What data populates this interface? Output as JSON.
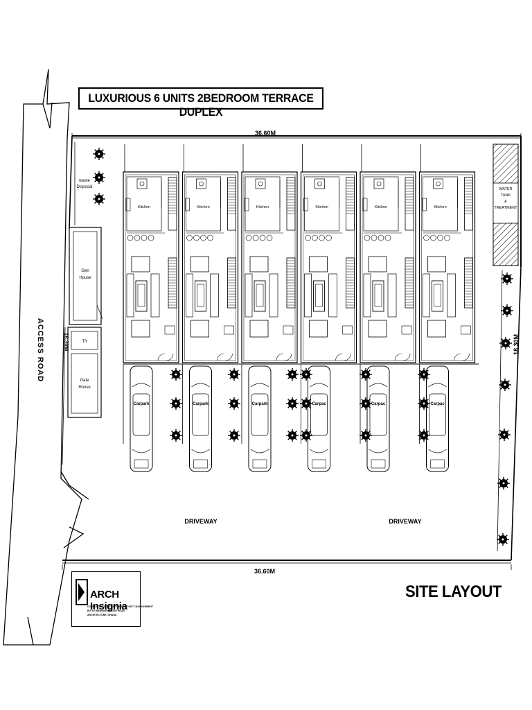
{
  "title": "LUXURIOUS 6 UNITS 2BEDROOM TERRACE DUPLEX",
  "heading": "SITE LAYOUT",
  "dimensions": {
    "top_width": "36.60M",
    "bottom_width": "36.60M",
    "right_depth": "18.30M",
    "left_depth": "18.30M"
  },
  "road_label": "ACCESS ROAD",
  "facilities": {
    "waste": "waste",
    "disposal": "Disposal",
    "gen": "Gen",
    "gen_house": "House",
    "toilet": "T/t",
    "gate": "Gate",
    "gate_house": "House",
    "water_tank_lines": [
      "WATER",
      "TANK",
      "&",
      "TREATMENT"
    ]
  },
  "units": [
    {
      "kitchen": "Kitchen",
      "carpark": "Carpark"
    },
    {
      "kitchen": "Kitchen",
      "carpark": "Carpark"
    },
    {
      "kitchen": "Kitchen",
      "carpark": "Carpark"
    },
    {
      "kitchen": "Kitchen",
      "carpark": "Carpac"
    },
    {
      "kitchen": "Kitchen",
      "carpark": "Carpac"
    },
    {
      "kitchen": "Kitchen",
      "carpark": "Carpac"
    }
  ],
  "driveway_labels": [
    "DRIVEWAY",
    "DRIVEWAY"
  ],
  "logo": {
    "name": "ARCH Insignia",
    "line1": "CONSULTING CONTRACTORS PROJECT MANAGEMENT",
    "line2": "B.P 14 DIAMOND BRIDGE ROAD",
    "line3": "ARCHITECTURE, GHANA"
  }
}
